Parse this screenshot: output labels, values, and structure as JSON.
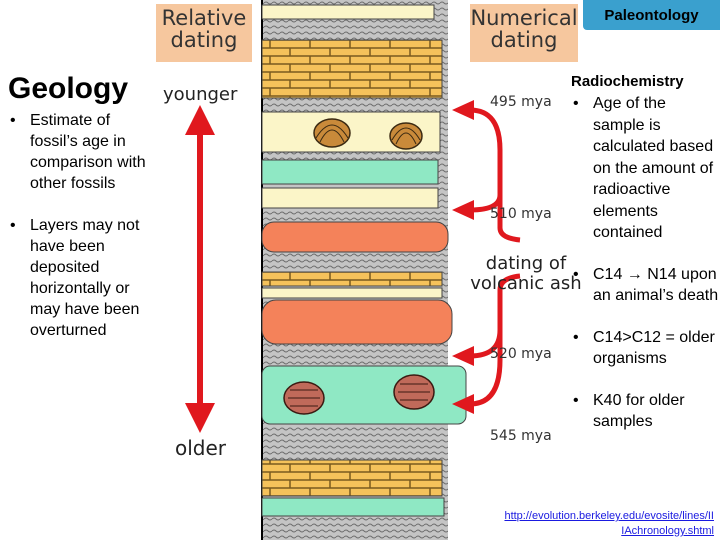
{
  "header": {
    "tab_label": "Paleontology"
  },
  "left": {
    "title": "Geology",
    "bullets": [
      "Estimate of fossil’s age in comparison with other fossils",
      "Layers may not have been deposited horizontally or may have been overturned"
    ]
  },
  "diagram": {
    "relative_label": "Relative\ndating",
    "numerical_label": "Numerical\ndating",
    "younger_label": "younger",
    "older_label": "older",
    "ages": [
      "495 mya",
      "510 mya",
      "520 mya",
      "545 mya"
    ],
    "volcanic_label": "dating of\nvolcanic ash",
    "colors": {
      "orange_box": "#f6c79e",
      "red_arrow": "#e0181e",
      "yellow_layer": "#f5c25b",
      "cream_layer": "#fbf5c8",
      "green_layer": "#8fe8c4",
      "orange_layer": "#f4825a",
      "gray_layer": "#b9b9b9"
    }
  },
  "right": {
    "title": "Radiochemistry",
    "bullets": [
      "Age of the sample is calculated based on the amount of radioactive elements contained",
      "C14 → N14 upon an animal’s death",
      "C14>C12 = older organisms",
      "K40 for older samples"
    ]
  },
  "source_link": "http://evolution.berkeley.edu/evosite/lines/IIIAchronology.shtml"
}
